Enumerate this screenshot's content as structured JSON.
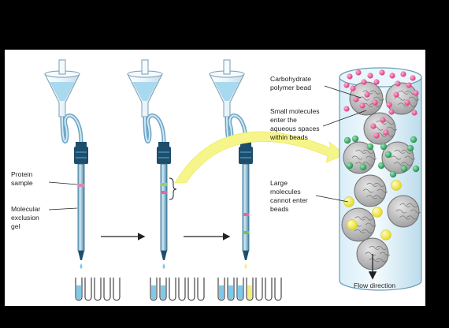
{
  "labels": {
    "protein_sample": [
      "Protein",
      "sample"
    ],
    "gel": [
      "Molecular",
      "exclusion",
      "gel"
    ],
    "bead": [
      "Carbohydrate",
      "polymer bead"
    ],
    "small": [
      "Small molecules",
      "enter the",
      "aqueous spaces",
      "within beads"
    ],
    "large": [
      "Large",
      "molecules",
      "cannot enter",
      "beads"
    ],
    "flow": "Flow direction"
  },
  "stages": [
    {
      "name": "stage-1",
      "bands": [
        "#d88ab0"
      ],
      "tubes": [
        "#7ec9ea",
        "clear",
        "clear",
        "clear",
        "clear"
      ]
    },
    {
      "name": "stage-2",
      "bands": [
        "#8fd16a",
        "#e06aa0"
      ],
      "tubes": [
        "#7ec9ea",
        "#7ec9ea",
        "clear",
        "clear",
        "clear",
        "clear"
      ]
    },
    {
      "name": "stage-3",
      "bands": [
        "#e06aa0",
        "#6cc26a"
      ],
      "tubes": [
        "#7ec9ea",
        "#7ec9ea",
        "#7ec9ea",
        "#f2f07a",
        "clear",
        "clear",
        "clear"
      ]
    }
  ],
  "colors": {
    "buffer": "#a9d9ef",
    "column_cap": "#1d4e6b",
    "pink_molecule": "#e0468a",
    "green_molecule": "#24a35a",
    "yellow_molecule": "#f4ee2c",
    "arrow_yellow": "#f6f58a"
  }
}
